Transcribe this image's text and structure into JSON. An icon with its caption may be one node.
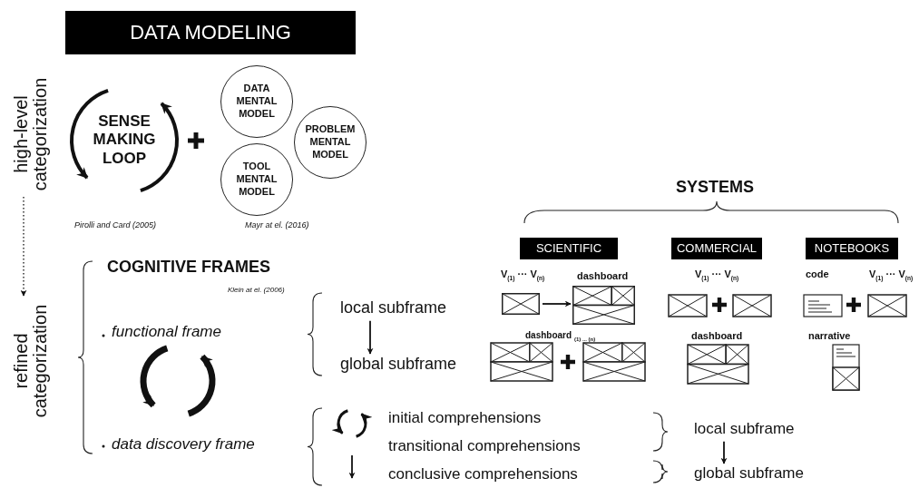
{
  "diagram": {
    "nodes": [
      {
        "text": [
          "DATA MODELING"
        ]
      },
      {
        "text": [
          "high-level categorization"
        ]
      },
      {
        "text": [
          "refined categorization"
        ]
      },
      {
        "text": [
          "DATA MENTAL MODEL"
        ]
      },
      {
        "text": [
          "PROBLEM MENTAL MODEL"
        ]
      },
      {
        "text": [
          "TOOL MENTAL MODEL"
        ]
      },
      {
        "text": [
          "SCIENTIFIC"
        ]
      },
      {
        "text": [
          "COMMERCIAL"
        ]
      },
      {
        "text": [
          "NOTEBOOKS"
        ]
      },
      {
        "text": [],
        "shape": "box",
        "beside": [
          "V$_{(1)}$ ··· V$_{(n)}$"
        ]
      },
      {
        "text": [],
        "shape": "box",
        "beside": [
          "dashboard"
        ]
      },
      {
        "text": [
          "local subframe"
        ]
      },
      {
        "text": [
          "global subframe"
        ]
      },
      {
        "text": [
          "local subframe"
        ]
      },
      {
        "text": [
          "global subframe"
        ]
      }
    ],
    "edges": [
      {
        "from": 1,
        "to": 2,
        "arrow": "to",
        "style": "dashed"
      },
      {
        "from": 9,
        "to": 10,
        "arrow": "to"
      },
      {
        "from": 11,
        "to": 12,
        "arrow": "to"
      },
      {
        "from": 13,
        "to": 14,
        "arrow": "to"
      }
    ],
    "labels": [
      "SENSE MAKING LOOP",
      "Pirolli and Card (2005)",
      "Mayr at el. (2016)",
      "SYSTEMS",
      "V$_{(1)}$ ··· V$_{(n)}$",
      "code",
      "V$_{(1)}$ ··· V$_{(n)}$",
      "dashboard $_{(1) ... (n)}$",
      "dashboard",
      "narrative",
      "COGNITIVE FRAMES",
      "Klein at el. (2006)",
      "functional frame",
      "data discovery frame",
      "initial comprehensions",
      "transitional comprehensions",
      "conclusive comprehensions"
    ]
  }
}
